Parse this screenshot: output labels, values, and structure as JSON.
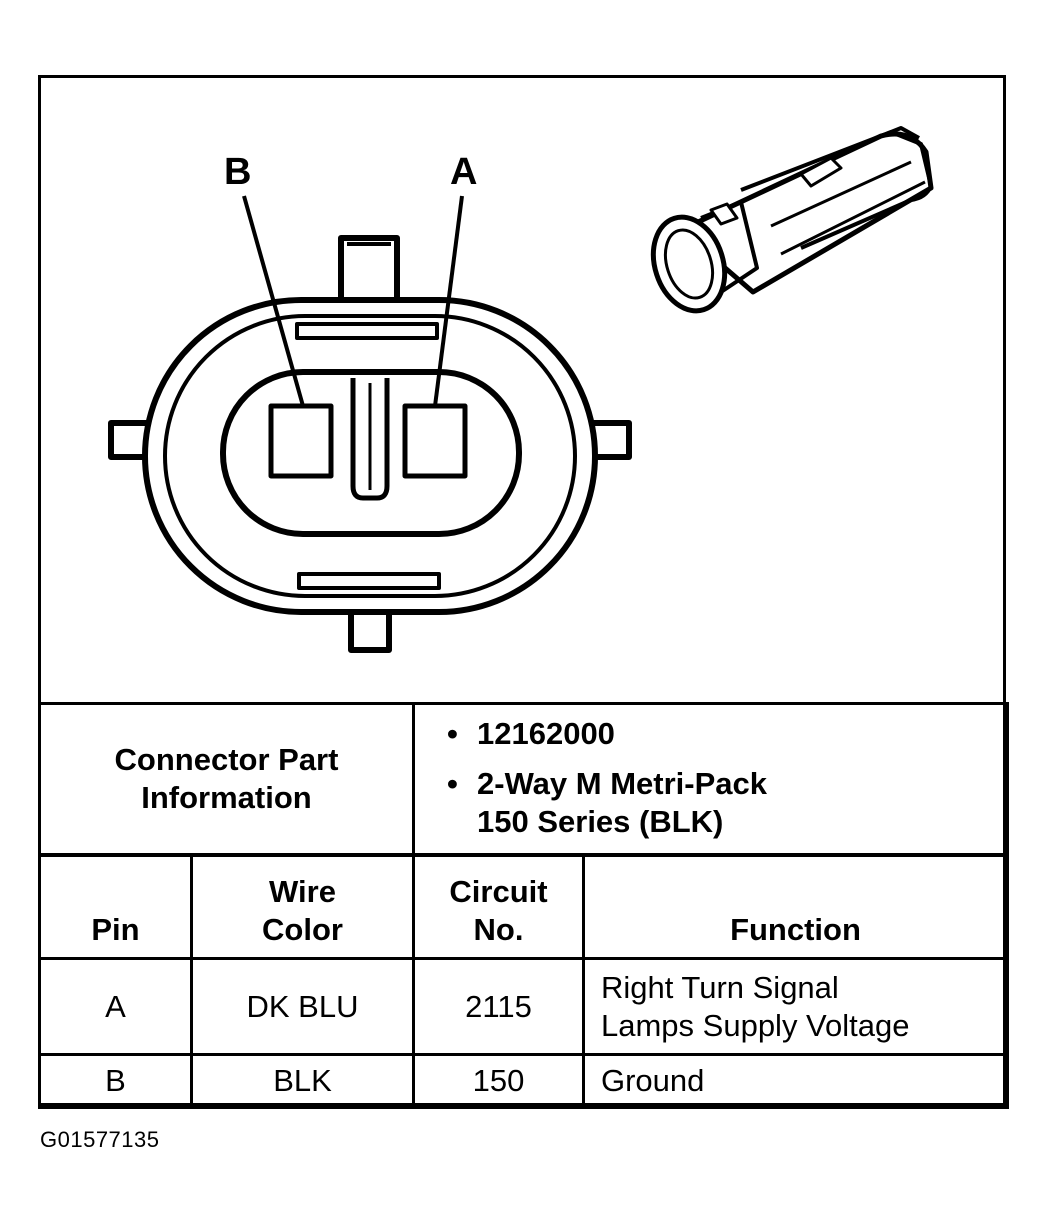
{
  "diagram": {
    "pin_labels": [
      "B",
      "A"
    ]
  },
  "connector_info": {
    "label_line1": "Connector Part",
    "label_line2": "Information",
    "items": [
      {
        "line1": "12162000",
        "line2": ""
      },
      {
        "line1": "2-Way M Metri-Pack",
        "line2": "150 Series (BLK)"
      }
    ]
  },
  "pin_table": {
    "headers": {
      "pin": "Pin",
      "wire_color_line1": "Wire",
      "wire_color_line2": "Color",
      "circuit_line1": "Circuit",
      "circuit_line2": "No.",
      "function": "Function"
    },
    "rows": [
      {
        "pin": "A",
        "wire_color": "DK BLU",
        "circuit": "2115",
        "function_line1": "Right Turn Signal",
        "function_line2": "Lamps Supply Voltage"
      },
      {
        "pin": "B",
        "wire_color": "BLK",
        "circuit": "150",
        "function_line1": "Ground",
        "function_line2": ""
      }
    ]
  },
  "figure_id": "G01577135"
}
